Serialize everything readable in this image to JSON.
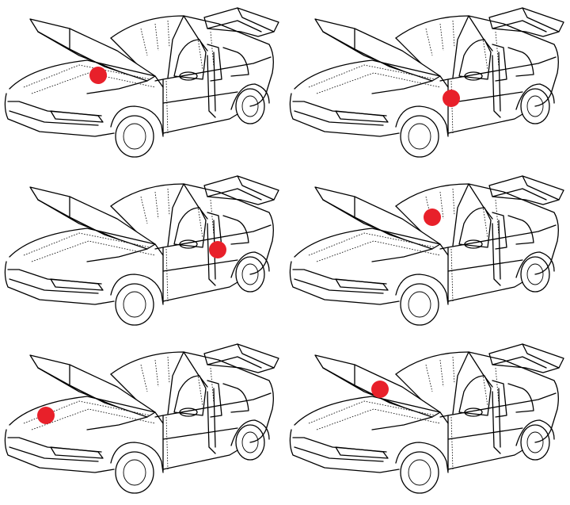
{
  "diagram": {
    "panels": [
      {
        "id": "panel-1",
        "marker_location": "engine-compartment-center",
        "marker_color": "#e8202a"
      },
      {
        "id": "panel-2",
        "marker_location": "front-door-hinge-lower",
        "marker_color": "#e8202a"
      },
      {
        "id": "panel-3",
        "marker_location": "door-latch-pillar",
        "marker_color": "#e8202a"
      },
      {
        "id": "panel-4",
        "marker_location": "windshield-dashboard",
        "marker_color": "#e8202a"
      },
      {
        "id": "panel-5",
        "marker_location": "engine-compartment-front",
        "marker_color": "#e8202a"
      },
      {
        "id": "panel-6",
        "marker_location": "cowl-windshield-base",
        "marker_color": "#e8202a"
      }
    ],
    "colors": {
      "line": "#000000",
      "background": "#ffffff",
      "marker": "#e8202a"
    }
  }
}
